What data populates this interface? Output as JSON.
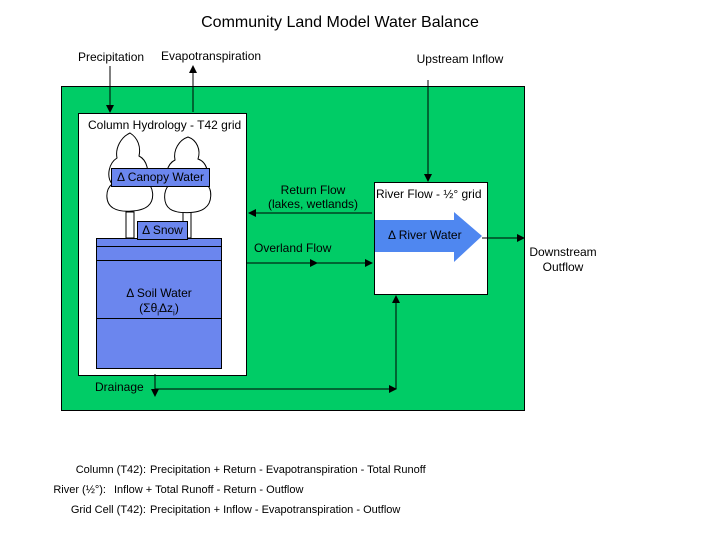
{
  "title": "Community Land Model Water Balance",
  "inputs": {
    "precipitation": "Precipitation",
    "evapotranspiration": "Evapotranspiration",
    "upstream_inflow": "Upstream Inflow"
  },
  "column": {
    "title": "Column Hydrology - T42 grid",
    "canopy_water": "Δ Canopy Water",
    "snow": "Δ Snow",
    "soil_water": "Δ Soil Water",
    "soil_formula": "(Σθ",
    "soil_formula_sub1": "i",
    "soil_formula_mid": "Δz",
    "soil_formula_sub2": "i",
    "soil_formula_end": ")"
  },
  "flows": {
    "return_flow": "Return Flow",
    "return_flow_detail": "(lakes, wetlands)",
    "overland_flow": "Overland Flow",
    "drainage": "Drainage",
    "downstream_outflow": "Downstream Outflow"
  },
  "river": {
    "title": "River Flow - ½° grid",
    "river_water": "Δ River Water"
  },
  "equations": [
    {
      "label": "Column (T42):",
      "text": "Precipitation + Return - Evapotranspiration - Total Runoff"
    },
    {
      "label": "River (½°):",
      "text": "Inflow + Total Runoff  - Return - Outflow"
    },
    {
      "label": "Grid Cell (T42):",
      "text": "Precipitation + Inflow  - Evapotranspiration - Outflow"
    }
  ],
  "colors": {
    "grid_cell": "#00cc66",
    "water_blue": "#6b86ee",
    "river_arrow": "#4f87f0"
  }
}
